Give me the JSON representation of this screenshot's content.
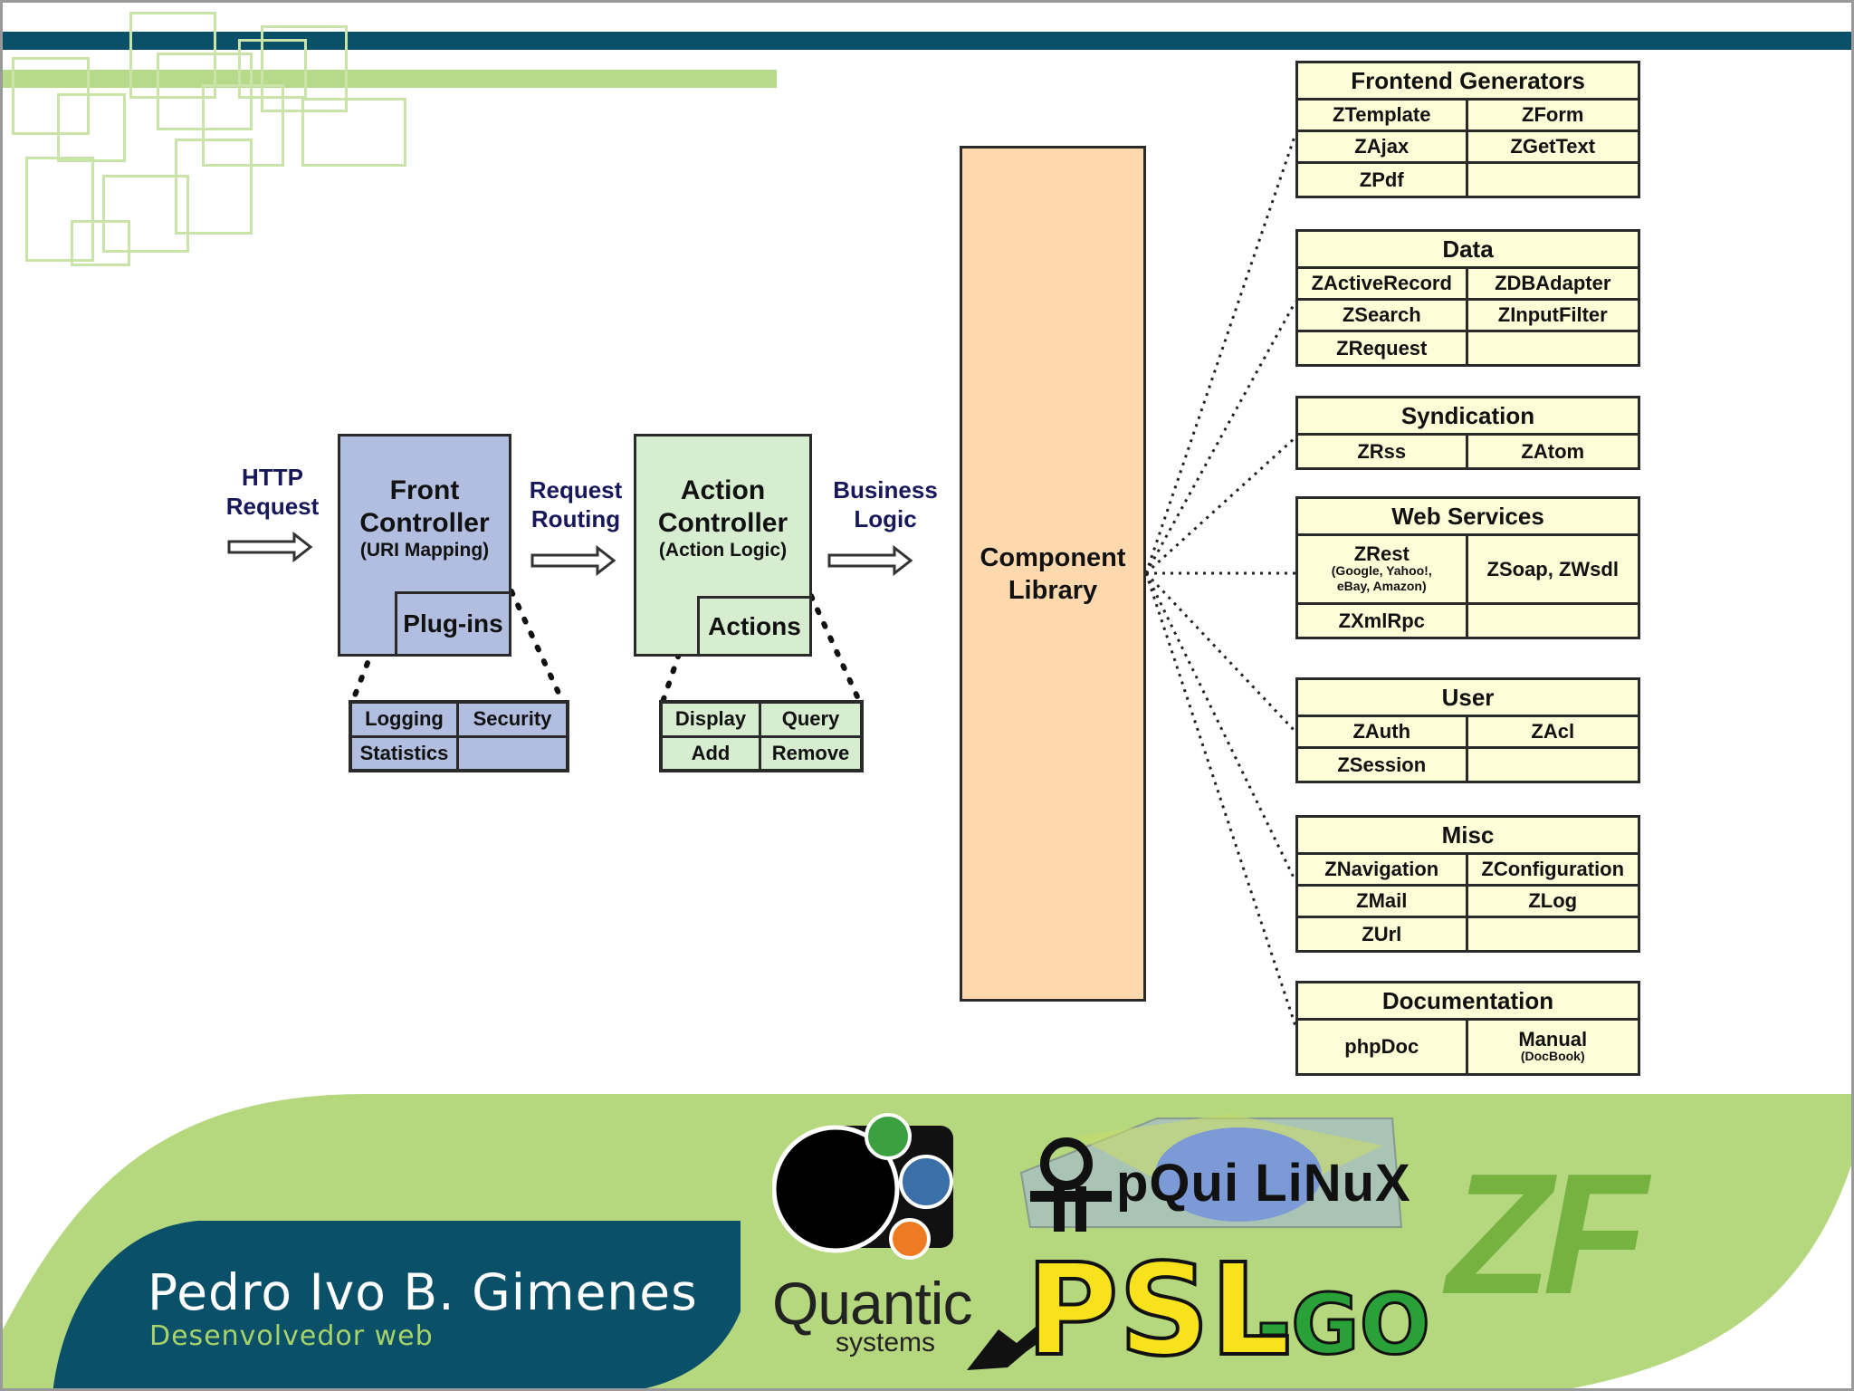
{
  "flow": {
    "http_request": [
      "HTTP",
      "Request"
    ],
    "front_controller": {
      "title": [
        "Front",
        "Controller"
      ],
      "subtitle": "(URI Mapping)",
      "plugin": "Plug-ins"
    },
    "request_routing": [
      "Request",
      "Routing"
    ],
    "action_controller": {
      "title": [
        "Action",
        "Controller"
      ],
      "subtitle": "(Action Logic)",
      "actions": "Actions"
    },
    "business_logic": [
      "Business",
      "Logic"
    ],
    "plugin_items": [
      "Logging",
      "Security",
      "Statistics",
      ""
    ],
    "action_items": [
      "Display",
      "Query",
      "Add",
      "Remove"
    ]
  },
  "component_library": [
    "Component",
    "Library"
  ],
  "components": [
    {
      "title": "Frontend Generators",
      "items": [
        "ZTemplate",
        "ZForm",
        "ZAjax",
        "ZGetText",
        "ZPdf",
        ""
      ]
    },
    {
      "title": "Data",
      "items": [
        "ZActiveRecord",
        "ZDBAdapter",
        "ZSearch",
        "ZInputFilter",
        "ZRequest",
        ""
      ]
    },
    {
      "title": "Syndication",
      "items": [
        "ZRss",
        "ZAtom"
      ]
    },
    {
      "title": "Web Services",
      "items": [
        "ZRest",
        "ZSoap, ZWsdl",
        "ZXmlRpc",
        ""
      ],
      "zrest_note": [
        "(Google, Yahoo!,",
        "eBay, Amazon)"
      ]
    },
    {
      "title": "User",
      "items": [
        "ZAuth",
        "ZAcl",
        "ZSession",
        ""
      ]
    },
    {
      "title": "Misc",
      "items": [
        "ZNavigation",
        "ZConfiguration",
        "ZMail",
        "ZLog",
        "ZUrl",
        ""
      ]
    },
    {
      "title": "Documentation",
      "items": [
        "phpDoc",
        "Manual"
      ],
      "manual_note": "(DocBook)"
    }
  ],
  "footer": {
    "name": "Pedro Ivo B. Gimenes",
    "role": "Desenvolvedor web",
    "logos": {
      "quantic": "Quantic",
      "quantic_sub": "systems",
      "pqui": "pQui LiNuX",
      "psl": "PSL",
      "psl_go": "-GO",
      "zf": "ZF"
    }
  },
  "colors": {
    "navy_bar": "#0a5068",
    "green_accent": "#b7d98a",
    "front_controller": "#b2bedf",
    "action_controller": "#d6edd0",
    "component_library": "#fdd9ad",
    "component_box": "#fdfdd8",
    "footer_green": "#b5d87e"
  }
}
